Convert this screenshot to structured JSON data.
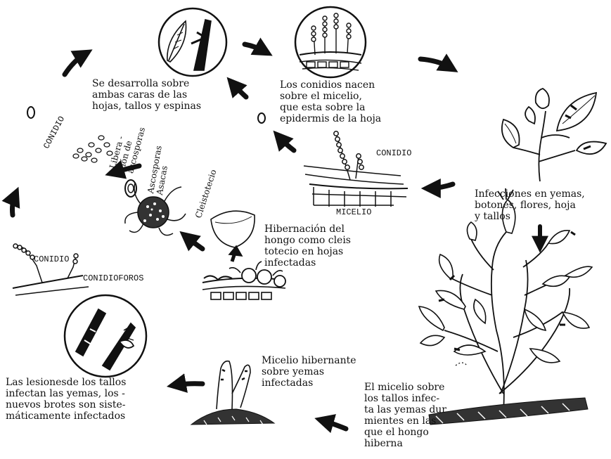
{
  "labels": {
    "ambas_caras": [
      "Se desarrolla sobre",
      "ambas caras de las",
      "hojas, tallos y espinas"
    ],
    "conidios_nacen": [
      "Los conidios nacen",
      "sobre el micelio,",
      "que esta sobre la",
      "epidermis de la hoja"
    ],
    "infecciones": [
      "Infecciones en yemas,",
      "botones, flores, hoja",
      "y tallos"
    ],
    "conidio_top": "CONIDIO",
    "micelio": "MICELIO",
    "conidio_left": "CONIDIO",
    "liberacion": [
      "Libera -",
      "ción de",
      "ascosporas"
    ],
    "ascosporas_asacas": [
      "Ascosporas",
      "Asacas"
    ],
    "cleistotecio": "Cleistotecio",
    "hibernacion": [
      "Hibernación del",
      "hongo como cleis",
      "totecio en hojas",
      "infectadas"
    ],
    "conidio_mid": "CONIDIO",
    "conidioforos": "CONIDIOFOROS",
    "micelio_hibernante": [
      "Micelio hibernante",
      "sobre yemas",
      "infectadas"
    ],
    "lesiones": [
      "Las lesionesde los tallos",
      "infectan las yemas, los -",
      "nuevos brotes son siste-",
      "máticamente infectados"
    ],
    "micelio_tallos": [
      "El micelio sobre",
      "los tallos infec-",
      "ta las yemas dur",
      "mientes en las",
      "que el hongo",
      "hiberna"
    ]
  },
  "icons": [
    "leaf-spot-icon",
    "conidiophore-icon",
    "rose-shoot-icon",
    "rose-bush-icon",
    "bud-icon",
    "stem-lesion-icon",
    "cleistothecium-icon",
    "hibernating-leaf-icon",
    "mycelium-icon",
    "cycle-arrow-icon"
  ]
}
